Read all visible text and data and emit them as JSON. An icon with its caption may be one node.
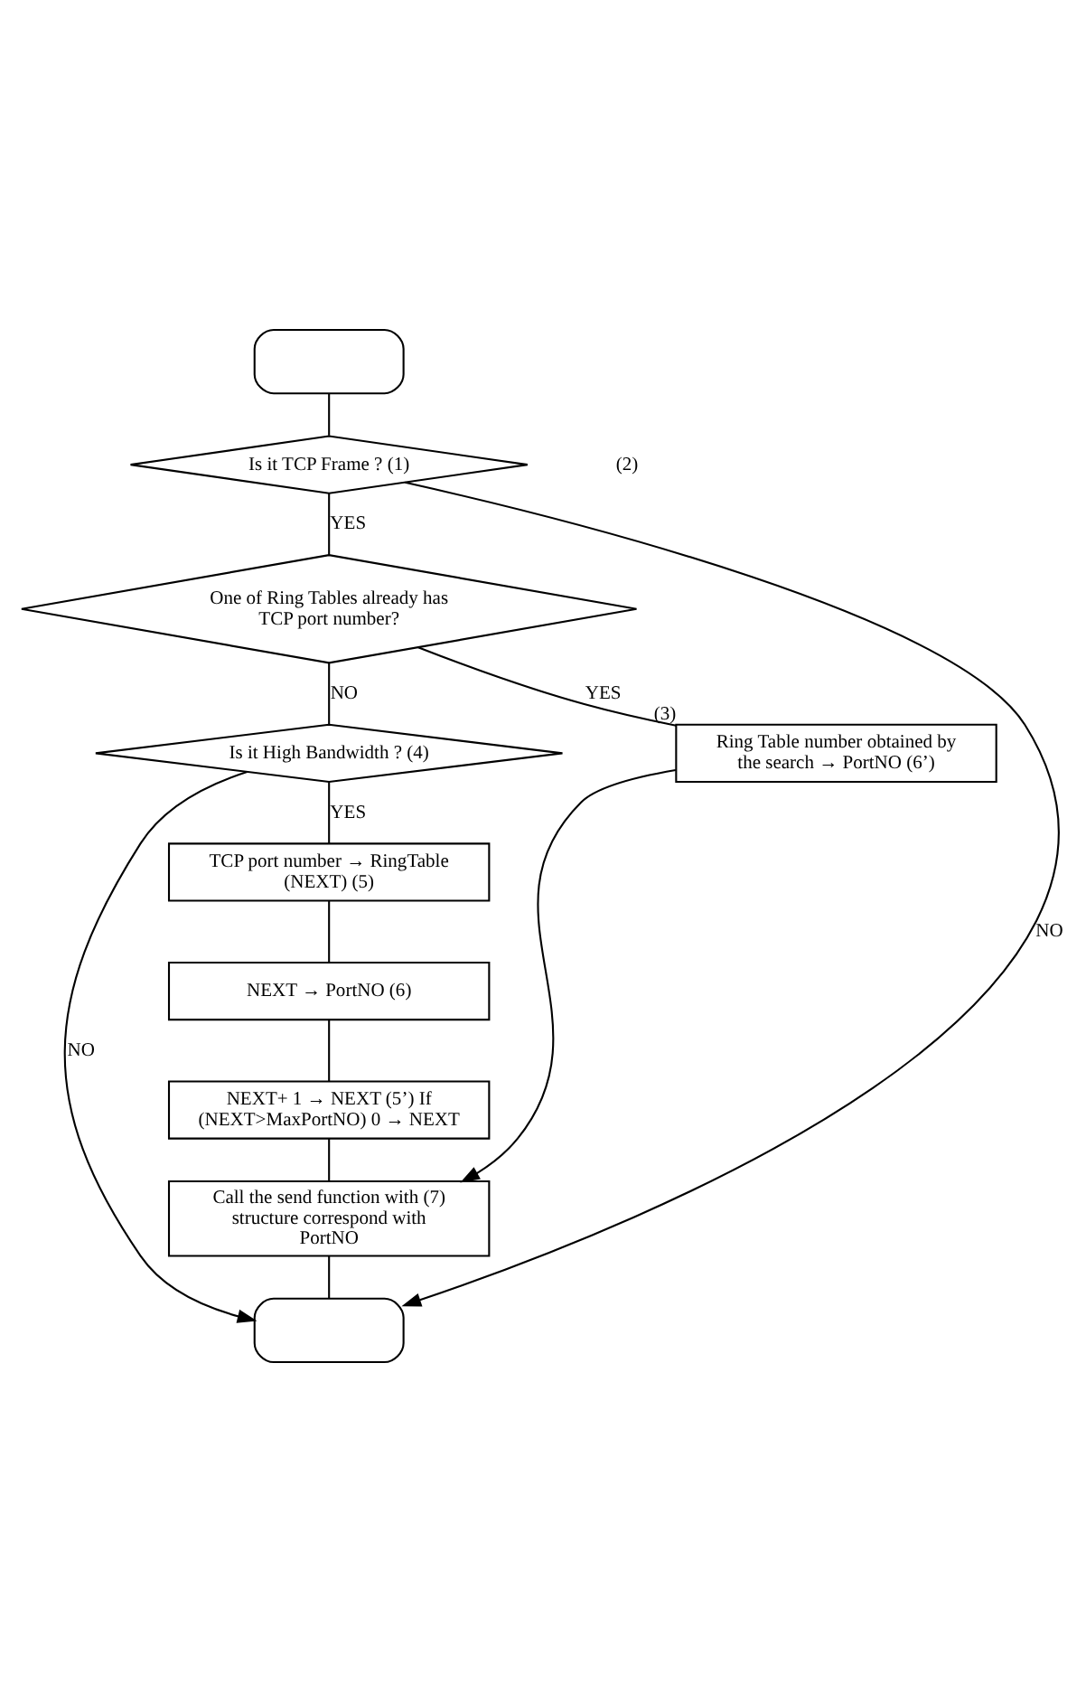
{
  "diagram": {
    "nodes": [
      {
        "text": [],
        "shape": "box"
      },
      {
        "text": [
          "Is it TCP Frame ? (1)"
        ]
      },
      {
        "text": [
          "One of Ring Tables already has TCP port number?"
        ]
      },
      {
        "text": [
          "Ring Table number obtained by the search → PortNO (6’)"
        ],
        "beside": [
          "(3)"
        ]
      },
      {
        "text": [
          "Is it High Bandwidth ? (4)"
        ]
      },
      {
        "text": [
          "TCP port number → RingTable (NEXT) (5)"
        ]
      },
      {
        "text": [
          "NEXT → PortNO (6)"
        ]
      },
      {
        "text": [
          "NEXT+ 1 → NEXT (5’) If (NEXT>MaxPortNO) 0 → NEXT"
        ]
      },
      {
        "text": [
          "Call the send function with (7) structure correspond with PortNO"
        ]
      },
      {
        "text": [],
        "shape": "box"
      }
    ],
    "edges": [
      {
        "from": 0,
        "to": 1,
        "arrow": "none"
      },
      {
        "from": 1,
        "to": 2,
        "arrow": "none",
        "label": "YES"
      },
      {
        "from": 1,
        "to": 9,
        "arrow": "to",
        "label": "NO"
      },
      {
        "from": 2,
        "to": 3,
        "arrow": "none",
        "label": "YES"
      },
      {
        "from": 2,
        "to": 4,
        "arrow": "none",
        "label": "NO"
      },
      {
        "from": 3,
        "to": 8,
        "arrow": "to"
      },
      {
        "from": 4,
        "to": 9,
        "arrow": "to",
        "label": "NO"
      },
      {
        "from": 4,
        "to": 5,
        "arrow": "none",
        "label": "YES"
      },
      {
        "from": 5,
        "to": 6,
        "arrow": "none"
      },
      {
        "from": 6,
        "to": 7,
        "arrow": "none"
      },
      {
        "from": 7,
        "to": 8,
        "arrow": "none"
      },
      {
        "from": 8,
        "to": 9,
        "arrow": "none"
      }
    ],
    "labels": [
      "(2)"
    ]
  }
}
